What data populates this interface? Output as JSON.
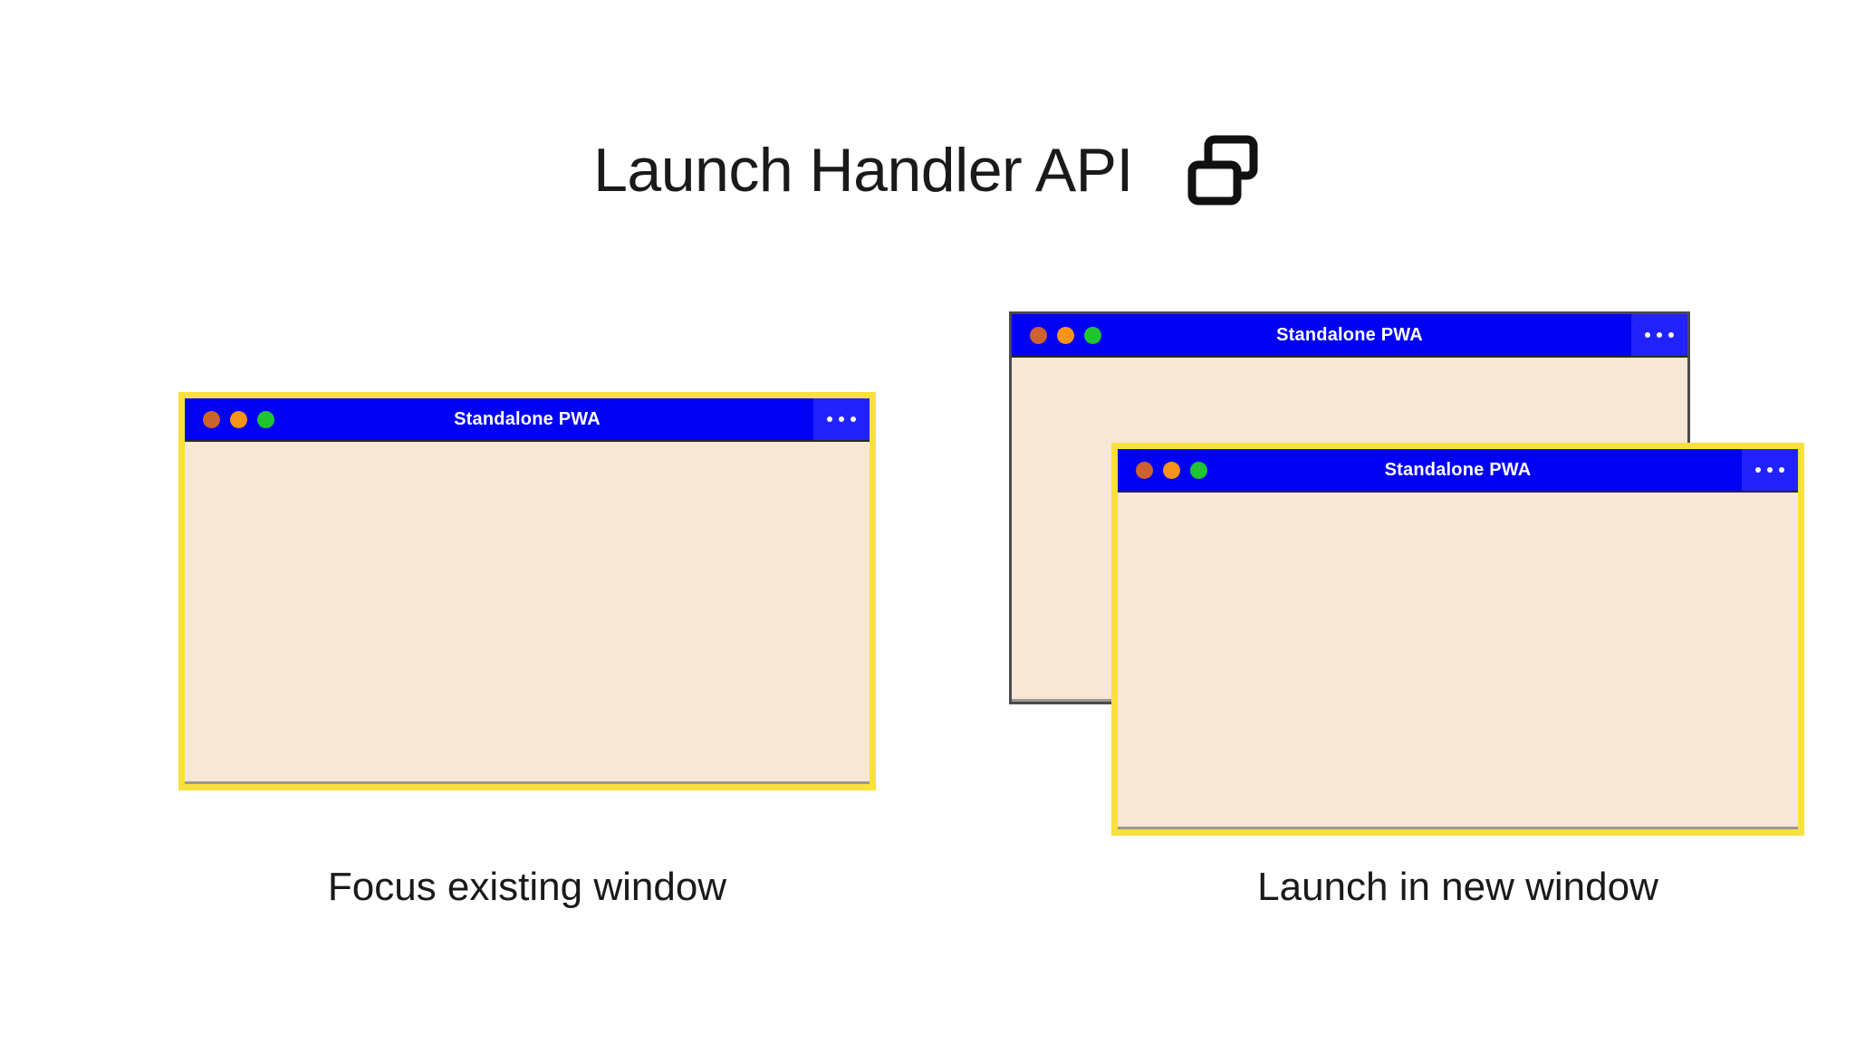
{
  "header": {
    "title": "Launch Handler API",
    "icon": "multi-window-icon"
  },
  "colors": {
    "titlebar_blue": "#0000F5",
    "menu_blue": "#2222FF",
    "window_body_cream": "#F7E7D7",
    "highlight_yellow": "#F9E03C",
    "plain_border_gray": "#4A4A4A",
    "dot_close": "#CD6230",
    "dot_minimize": "#F79319",
    "dot_maximize": "#20C430",
    "background": "#FFFFFF",
    "text": "#1A1A1A"
  },
  "scenarios": [
    {
      "id": "focus-existing-window",
      "caption": "Focus existing window",
      "windows": [
        {
          "id": "focus-window",
          "title": "Standalone PWA",
          "highlighted": true,
          "menu_icon": "ellipsis-icon",
          "traffic_lights": [
            "close",
            "minimize",
            "maximize"
          ]
        }
      ]
    },
    {
      "id": "launch-in-new-window",
      "caption": "Launch in new window",
      "windows": [
        {
          "id": "background-window",
          "title": "Standalone PWA",
          "highlighted": false,
          "menu_icon": "ellipsis-icon",
          "traffic_lights": [
            "close",
            "minimize",
            "maximize"
          ]
        },
        {
          "id": "new-window",
          "title": "Standalone PWA",
          "highlighted": true,
          "menu_icon": "ellipsis-icon",
          "traffic_lights": [
            "close",
            "minimize",
            "maximize"
          ]
        }
      ]
    }
  ]
}
